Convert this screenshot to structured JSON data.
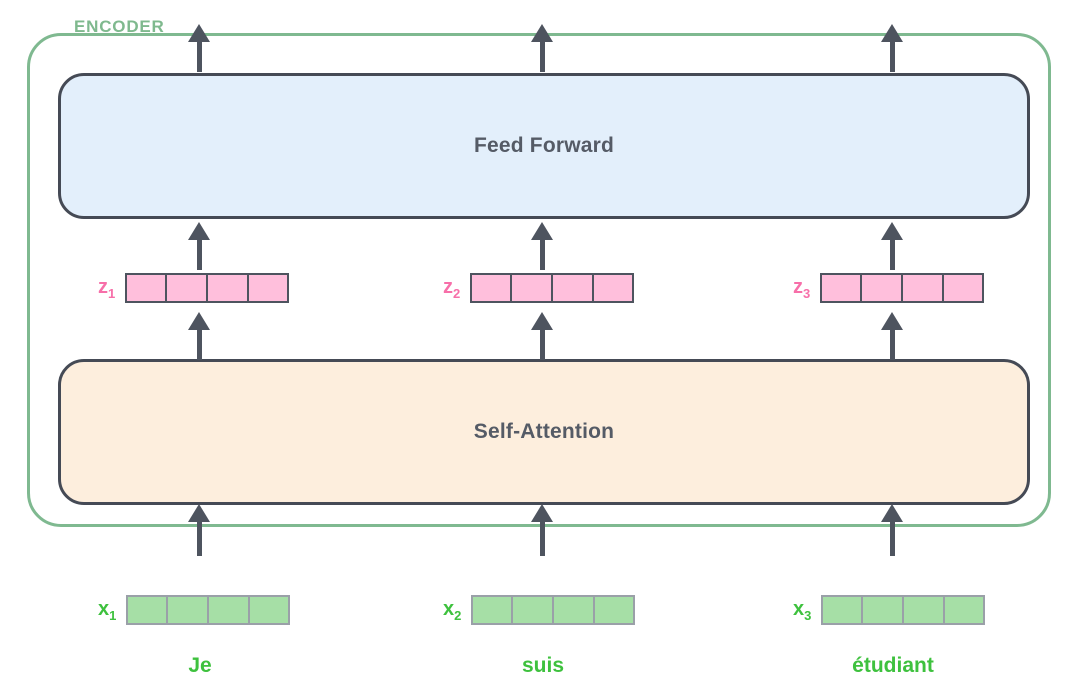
{
  "diagram": {
    "title_label": "ENCODER",
    "colors": {
      "encoder_border": "#7fb990",
      "encoder_label": "#7fb98e",
      "sublayer_border": "#454a55",
      "feed_forward_fill": "#e3effb",
      "self_attention_fill": "#fdeedd",
      "sublayer_text": "#555b66",
      "z_vector_fill": "#ffbfdc",
      "z_label": "#f76fa9",
      "x_vector_fill": "#a6dfa6",
      "x_label": "#3ec13e",
      "arrow": "#4e545f"
    },
    "sublayers": [
      {
        "name": "feed-forward",
        "label": "Feed Forward"
      },
      {
        "name": "self-attention",
        "label": "Self-Attention"
      }
    ],
    "z_vectors": [
      {
        "base": "z",
        "sub": "1",
        "cells": 4
      },
      {
        "base": "z",
        "sub": "2",
        "cells": 4
      },
      {
        "base": "z",
        "sub": "3",
        "cells": 4
      }
    ],
    "x_vectors": [
      {
        "base": "x",
        "sub": "1",
        "cells": 4
      },
      {
        "base": "x",
        "sub": "2",
        "cells": 4
      },
      {
        "base": "x",
        "sub": "3",
        "cells": 4
      }
    ],
    "tokens": [
      "Je",
      "suis",
      "étudiant"
    ]
  }
}
